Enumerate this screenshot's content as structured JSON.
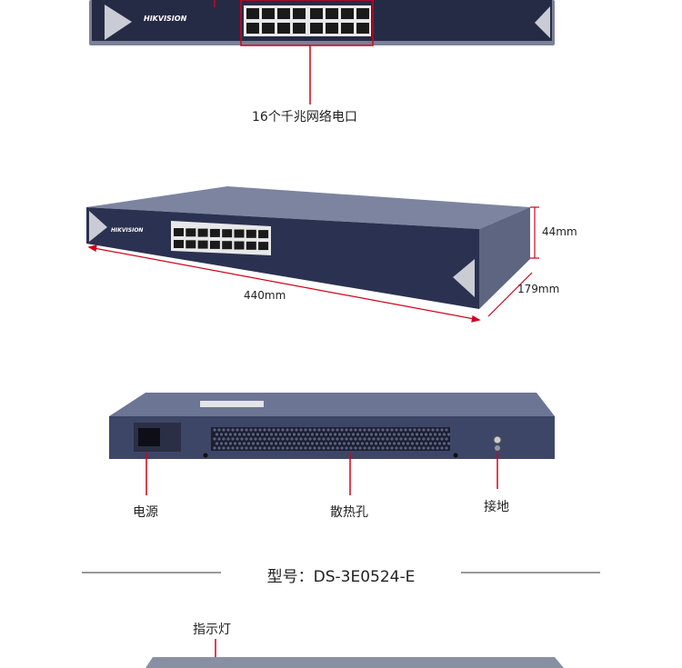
{
  "front_view": {
    "caption": "16个千兆网络电口",
    "logo": "HIKVISION",
    "port_count": 16
  },
  "angled_view": {
    "height": "44mm",
    "depth": "179mm",
    "width": "440mm",
    "logo": "HIKVISION"
  },
  "rear_view": {
    "power_label": "电源",
    "vent_label": "散热孔",
    "ground_label": "接地"
  },
  "model": {
    "text": "型号：DS-3E0524-E"
  },
  "indicator_view": {
    "caption": "指示灯"
  },
  "colors": {
    "callout": "#d0021b",
    "chassis": "#2b3150",
    "rim": "#6e7690"
  }
}
